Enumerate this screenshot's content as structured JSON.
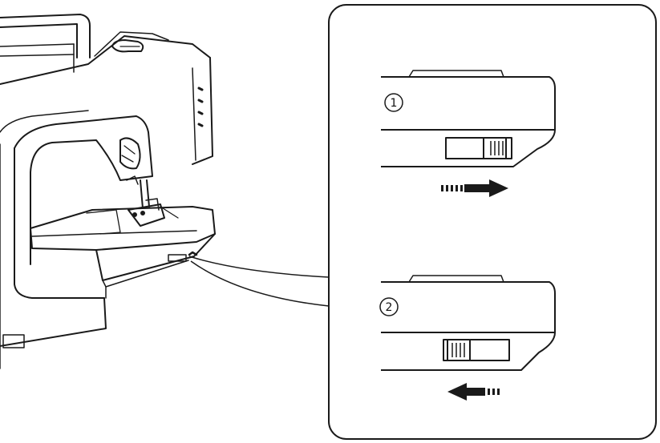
{
  "figure": {
    "step_1": {
      "marker": "①",
      "slider_position": "right",
      "arrow_direction": "right"
    },
    "step_2": {
      "marker": "②",
      "slider_position": "left",
      "arrow_direction": "left"
    }
  },
  "colors": {
    "ink": "#1a1a1a",
    "background": "#ffffff"
  },
  "icons": [
    "sewing-machine-illustration",
    "slider-switch-icon",
    "arrow-right-icon",
    "arrow-left-icon"
  ]
}
